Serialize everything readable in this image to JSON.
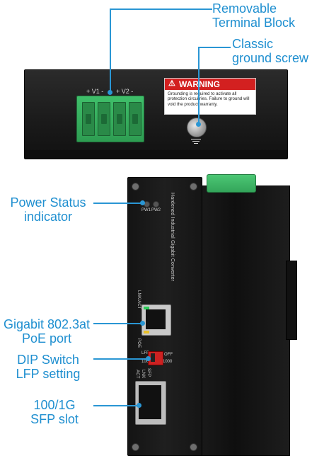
{
  "callouts": {
    "terminal_block": "Removable\nTerminal Block",
    "ground_screw": "Classic\nground screw",
    "power_status": "Power Status\nindicator",
    "poe_port": "Gigabit 802.3at\nPoE port",
    "dip_switch": "DIP Switch\nLFP setting",
    "sfp_slot": "100/1G\nSFP slot"
  },
  "top_panel": {
    "v1_label": "+ V1 -",
    "v2_label": "+ V2 -",
    "warning_title": "WARNING",
    "warning_text": "Grounding is required to activate all protection circuitries. Failure to ground will void the product warranty."
  },
  "front_panel": {
    "led_labels": [
      "PW1",
      "PW2"
    ],
    "product_name": "Hardened Industrial Gigabit Converter",
    "port_labels": [
      "LNK/ACT",
      "POE"
    ],
    "dip_labels": [
      "LFP",
      "OFF",
      "100",
      "1000"
    ],
    "sfp_labels": [
      "SFP",
      "LNK",
      "ACT"
    ]
  },
  "colors": {
    "accent": "#1f8fd0",
    "terminal": "#3fbf6a",
    "warning": "#d32020"
  }
}
